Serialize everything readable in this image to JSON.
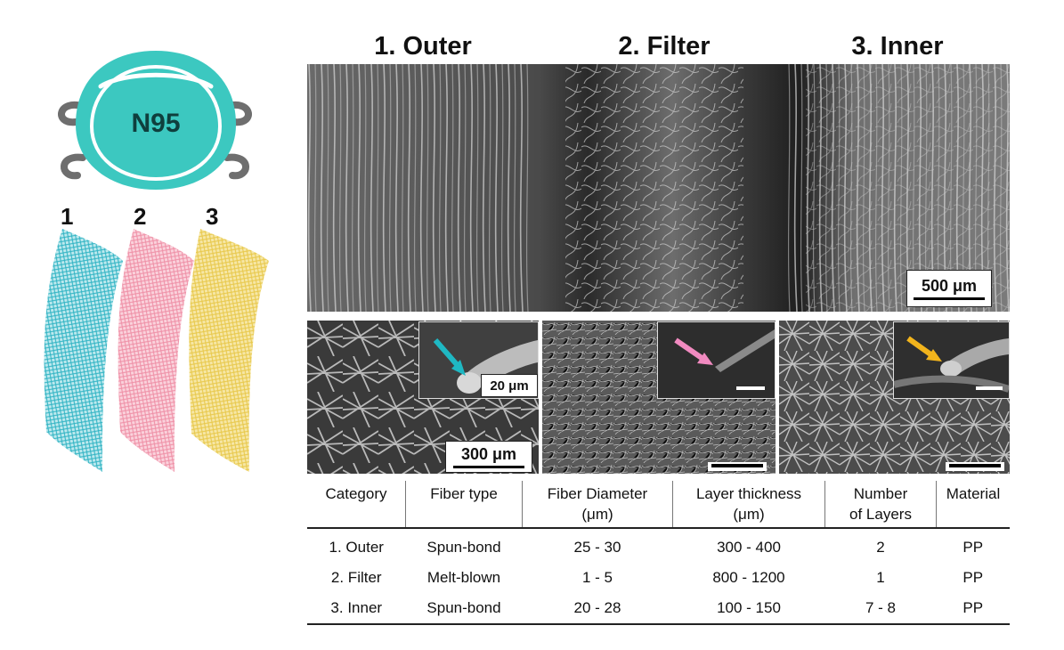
{
  "mask": {
    "label": "N95"
  },
  "layer_numbers": [
    "1",
    "2",
    "3"
  ],
  "columns": {
    "outer": "1. Outer",
    "filter": "2. Filter",
    "inner": "3. Inner"
  },
  "scale_bars": {
    "cross_section": "500 μm",
    "outer_surface": "300 μm",
    "outer_inset": "20 μm"
  },
  "inset_arrow_colors": {
    "outer": "#1fb8c3",
    "filter": "#f18ac0",
    "inner": "#f2b41c"
  },
  "table": {
    "headers": [
      [
        "Category"
      ],
      [
        "Fiber type"
      ],
      [
        "Fiber Diameter",
        "(μm)"
      ],
      [
        "Layer thickness",
        "(μm)"
      ],
      [
        "Number",
        "of Layers"
      ],
      [
        "Material"
      ]
    ],
    "rows": [
      [
        "1. Outer",
        "Spun-bond",
        "25 - 30",
        "300 - 400",
        "2",
        "PP"
      ],
      [
        "2. Filter",
        "Melt-blown",
        "1 - 5",
        "800 - 1200",
        "1",
        "PP"
      ],
      [
        "3. Inner",
        "Spun-bond",
        "20 - 28",
        "100 - 150",
        "7 - 8",
        "PP"
      ]
    ]
  },
  "colors": {
    "mask": "#3cc8c0",
    "layer1": "#4cc3d0",
    "layer2": "#f4a3b6",
    "layer3": "#f2d66a"
  }
}
